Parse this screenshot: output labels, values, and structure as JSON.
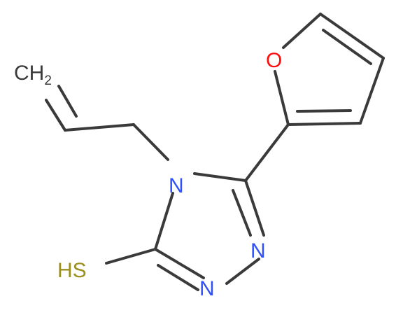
{
  "molecule": {
    "atoms": {
      "ch2": {
        "main": "CH",
        "sub": "2"
      },
      "o": {
        "label": "O"
      },
      "n4": {
        "label": "N"
      },
      "n1": {
        "label": "N"
      },
      "n2": {
        "label": "N"
      },
      "sh": {
        "label": "HS"
      }
    },
    "colors": {
      "bond": "#3a3a3a",
      "carbon": "#3a3a3a",
      "oxygen": "#ff0d0d",
      "nitrogen": "#3050f8",
      "sulfur": "#9b8f1f"
    }
  }
}
